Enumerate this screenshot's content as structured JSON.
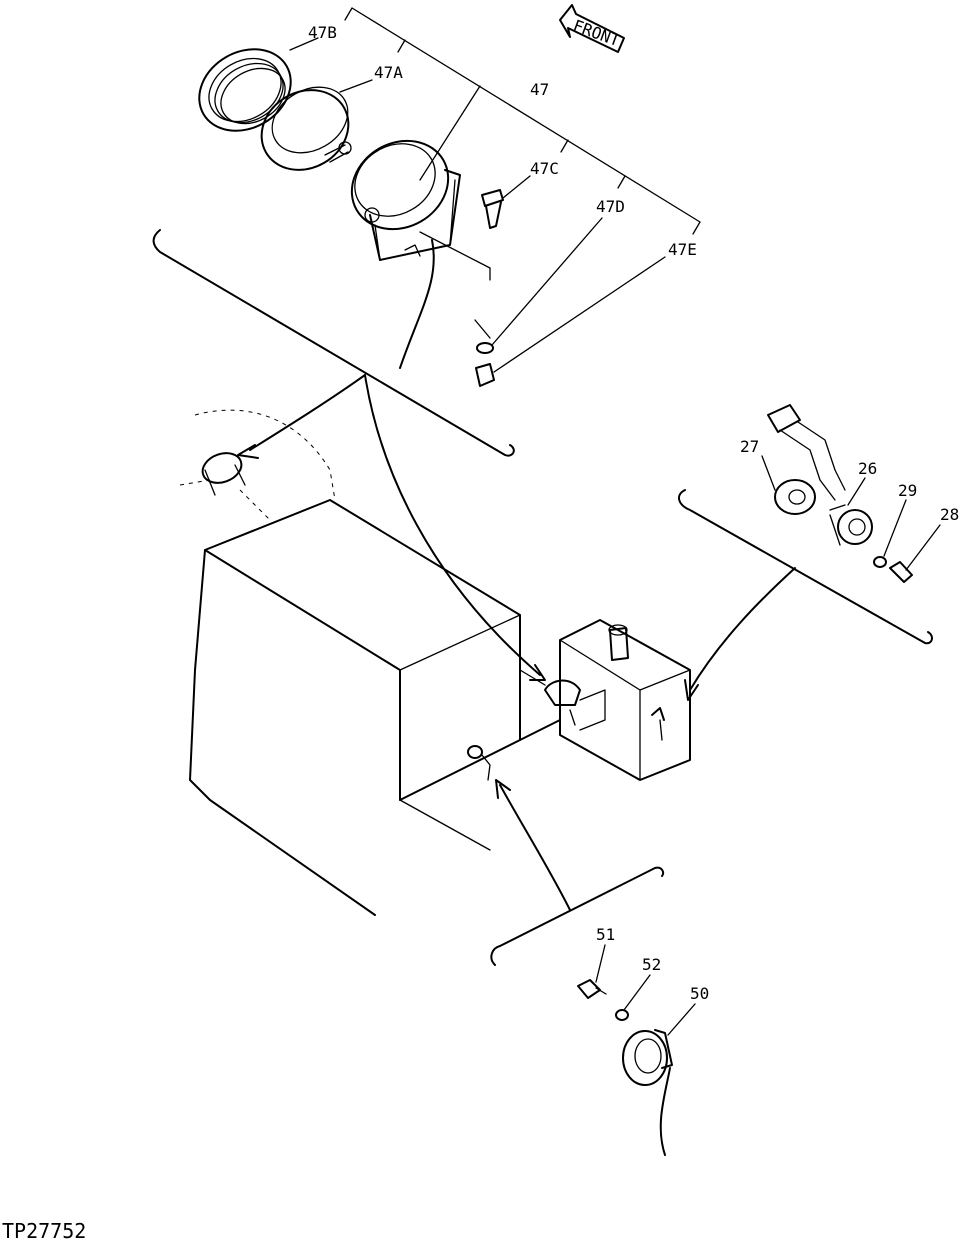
{
  "direction_label": "FRONT",
  "figure_id": "TP27752",
  "callouts": {
    "c47B": "47B",
    "c47A": "47A",
    "c47": "47",
    "c47C": "47C",
    "c47D": "47D",
    "c47E": "47E",
    "c27": "27",
    "c26": "26",
    "c29": "29",
    "c28": "28",
    "c51": "51",
    "c52": "52",
    "c50": "50"
  }
}
